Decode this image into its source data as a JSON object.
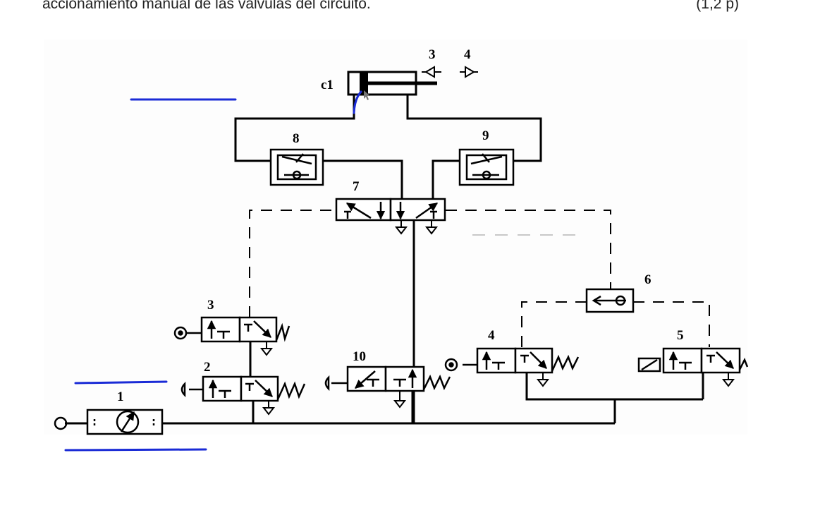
{
  "question": {
    "text": "accionamiento manual de las válvulas del circuito.",
    "points": "(1,2 p)"
  },
  "diagram": {
    "cylinder_label": "c1",
    "sensor_labels": [
      "3",
      "4"
    ],
    "component_labels": {
      "source": "1",
      "valve_2": "2",
      "valve_3": "3",
      "valve_4": "4",
      "valve_5": "5",
      "shuttle_6": "6",
      "valve_7": "7",
      "flow_8": "8",
      "flow_9": "9",
      "valve_10": "10"
    },
    "line_color": "#000000",
    "pen_color": "#1a2bd6"
  }
}
